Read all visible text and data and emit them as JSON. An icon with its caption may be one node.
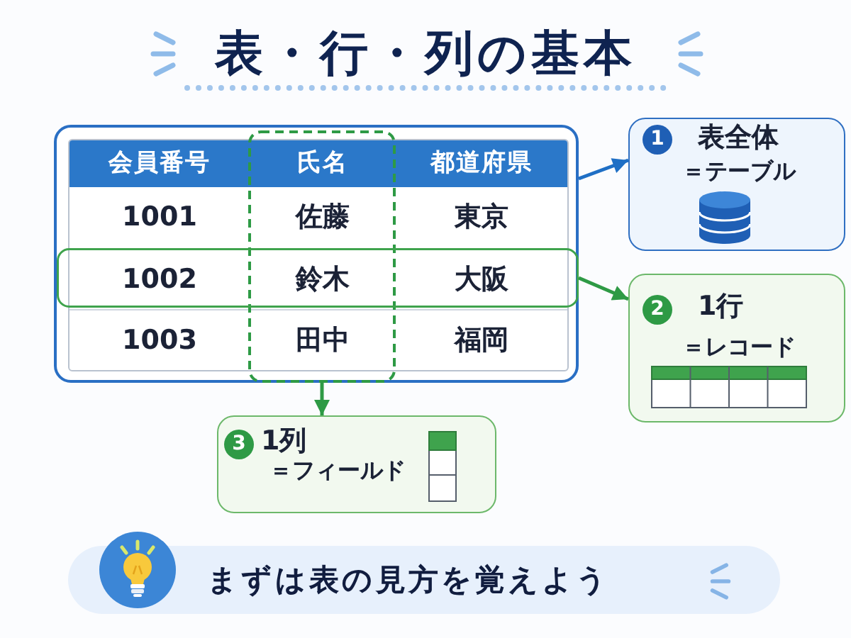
{
  "diagram": {
    "title": "表・行・列の基本",
    "nodes": [
      {
        "text": [],
        "shape": "box"
      },
      {
        "text": [],
        "shape": "box",
        "in": 0
      },
      {
        "text": [],
        "shape": "box",
        "in": 0
      },
      {
        "text": [
          "1",
          "表全体",
          "＝テーブル"
        ]
      },
      {
        "text": [
          "2",
          "1行",
          "＝レコード"
        ]
      },
      {
        "text": [
          "3",
          "1列",
          "＝フィールド"
        ]
      },
      {
        "text": [
          "まずは表の見方を覚えよう"
        ]
      }
    ],
    "edges": [
      {
        "from": 0,
        "to": 3,
        "arrow": "to",
        "color": "#1f6fc5"
      },
      {
        "from": 2,
        "to": 4,
        "arrow": "to"
      },
      {
        "from": 1,
        "to": 5,
        "arrow": "to"
      }
    ],
    "labels": [
      "会員番号",
      "氏名",
      "都道府県",
      "1001",
      "佐藤",
      "東京",
      "1002",
      "鈴木",
      "大阪",
      "1003",
      "田中",
      "福岡"
    ]
  }
}
